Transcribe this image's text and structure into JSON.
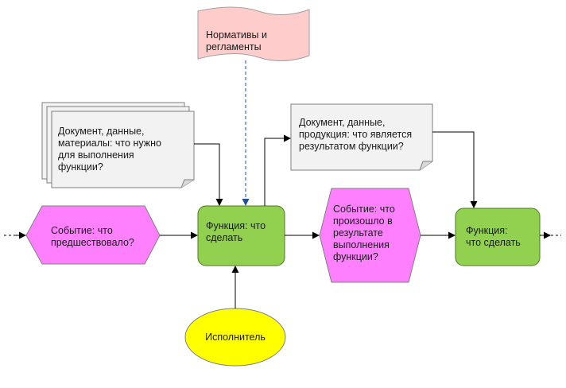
{
  "diagram": {
    "standards": "Нормативы и\nрегламенты",
    "input_doc": "Документ, данные,\nматериалы: что нужно\nдля выполнения\nфункции?",
    "output_doc": "Документ, данные,\nпродукция:  что является\nрезультатом функции?",
    "event_before": "Событие:  что\nпредшествовало?",
    "function_main": "Функция:  что\nсделать",
    "event_after": "Событие:  что\nпроизошло  в\nрезультате\nвыполнения\nфункции?",
    "function_next": "Функция:\nчто сделать",
    "performer": "Исполнитель"
  },
  "colors": {
    "function_fill": "#92d050",
    "function_stroke": "#4a7a1e",
    "event_fill": "#ff80ff",
    "document_fill": "#f2f2f2",
    "standards_fill": "#ffcccc",
    "performer_fill": "#ffff00",
    "link_dashed": "#1f4e9a"
  }
}
